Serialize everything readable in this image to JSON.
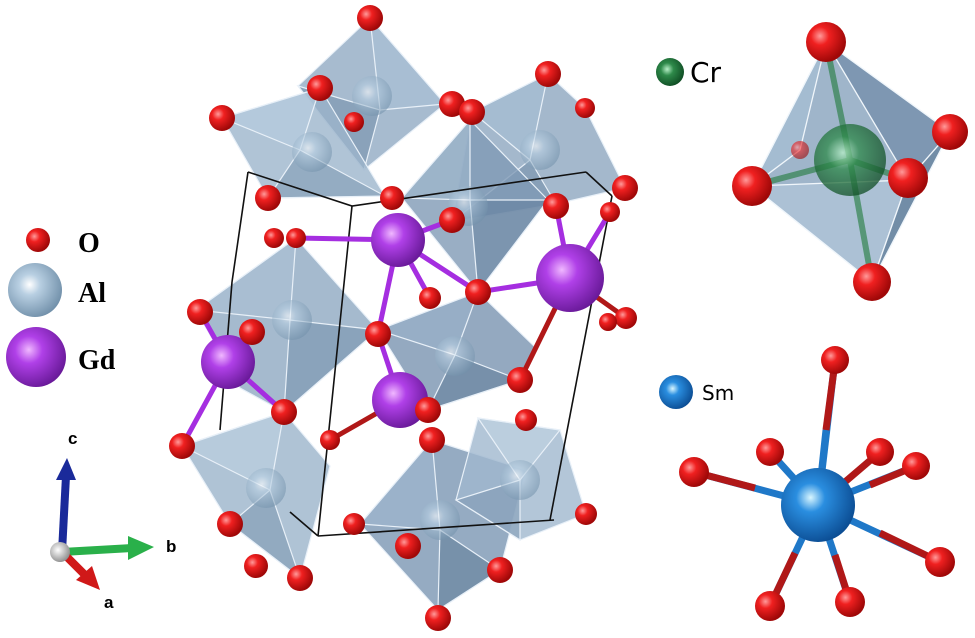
{
  "legend": {
    "items": [
      {
        "symbol": "O",
        "color": "#e3141b"
      },
      {
        "symbol": "Al",
        "color": "#9bb7cf"
      },
      {
        "symbol": "Gd",
        "color": "#a52ee0"
      }
    ]
  },
  "axes": {
    "c": "c",
    "b": "b",
    "a": "a"
  },
  "insets": {
    "cr": {
      "label": "Cr",
      "color": "#1f7a3a"
    },
    "sm": {
      "label": "Sm",
      "color": "#1f78c8"
    }
  },
  "colors": {
    "oxygen": "#e3141b",
    "octahedron": "#8fa8c0",
    "gadolinium": "#a52ee0",
    "bond": "#b01818",
    "cell": "#111111",
    "axis_c": "#1a2a9a",
    "axis_b": "#2ab04a",
    "axis_a": "#d01818"
  }
}
